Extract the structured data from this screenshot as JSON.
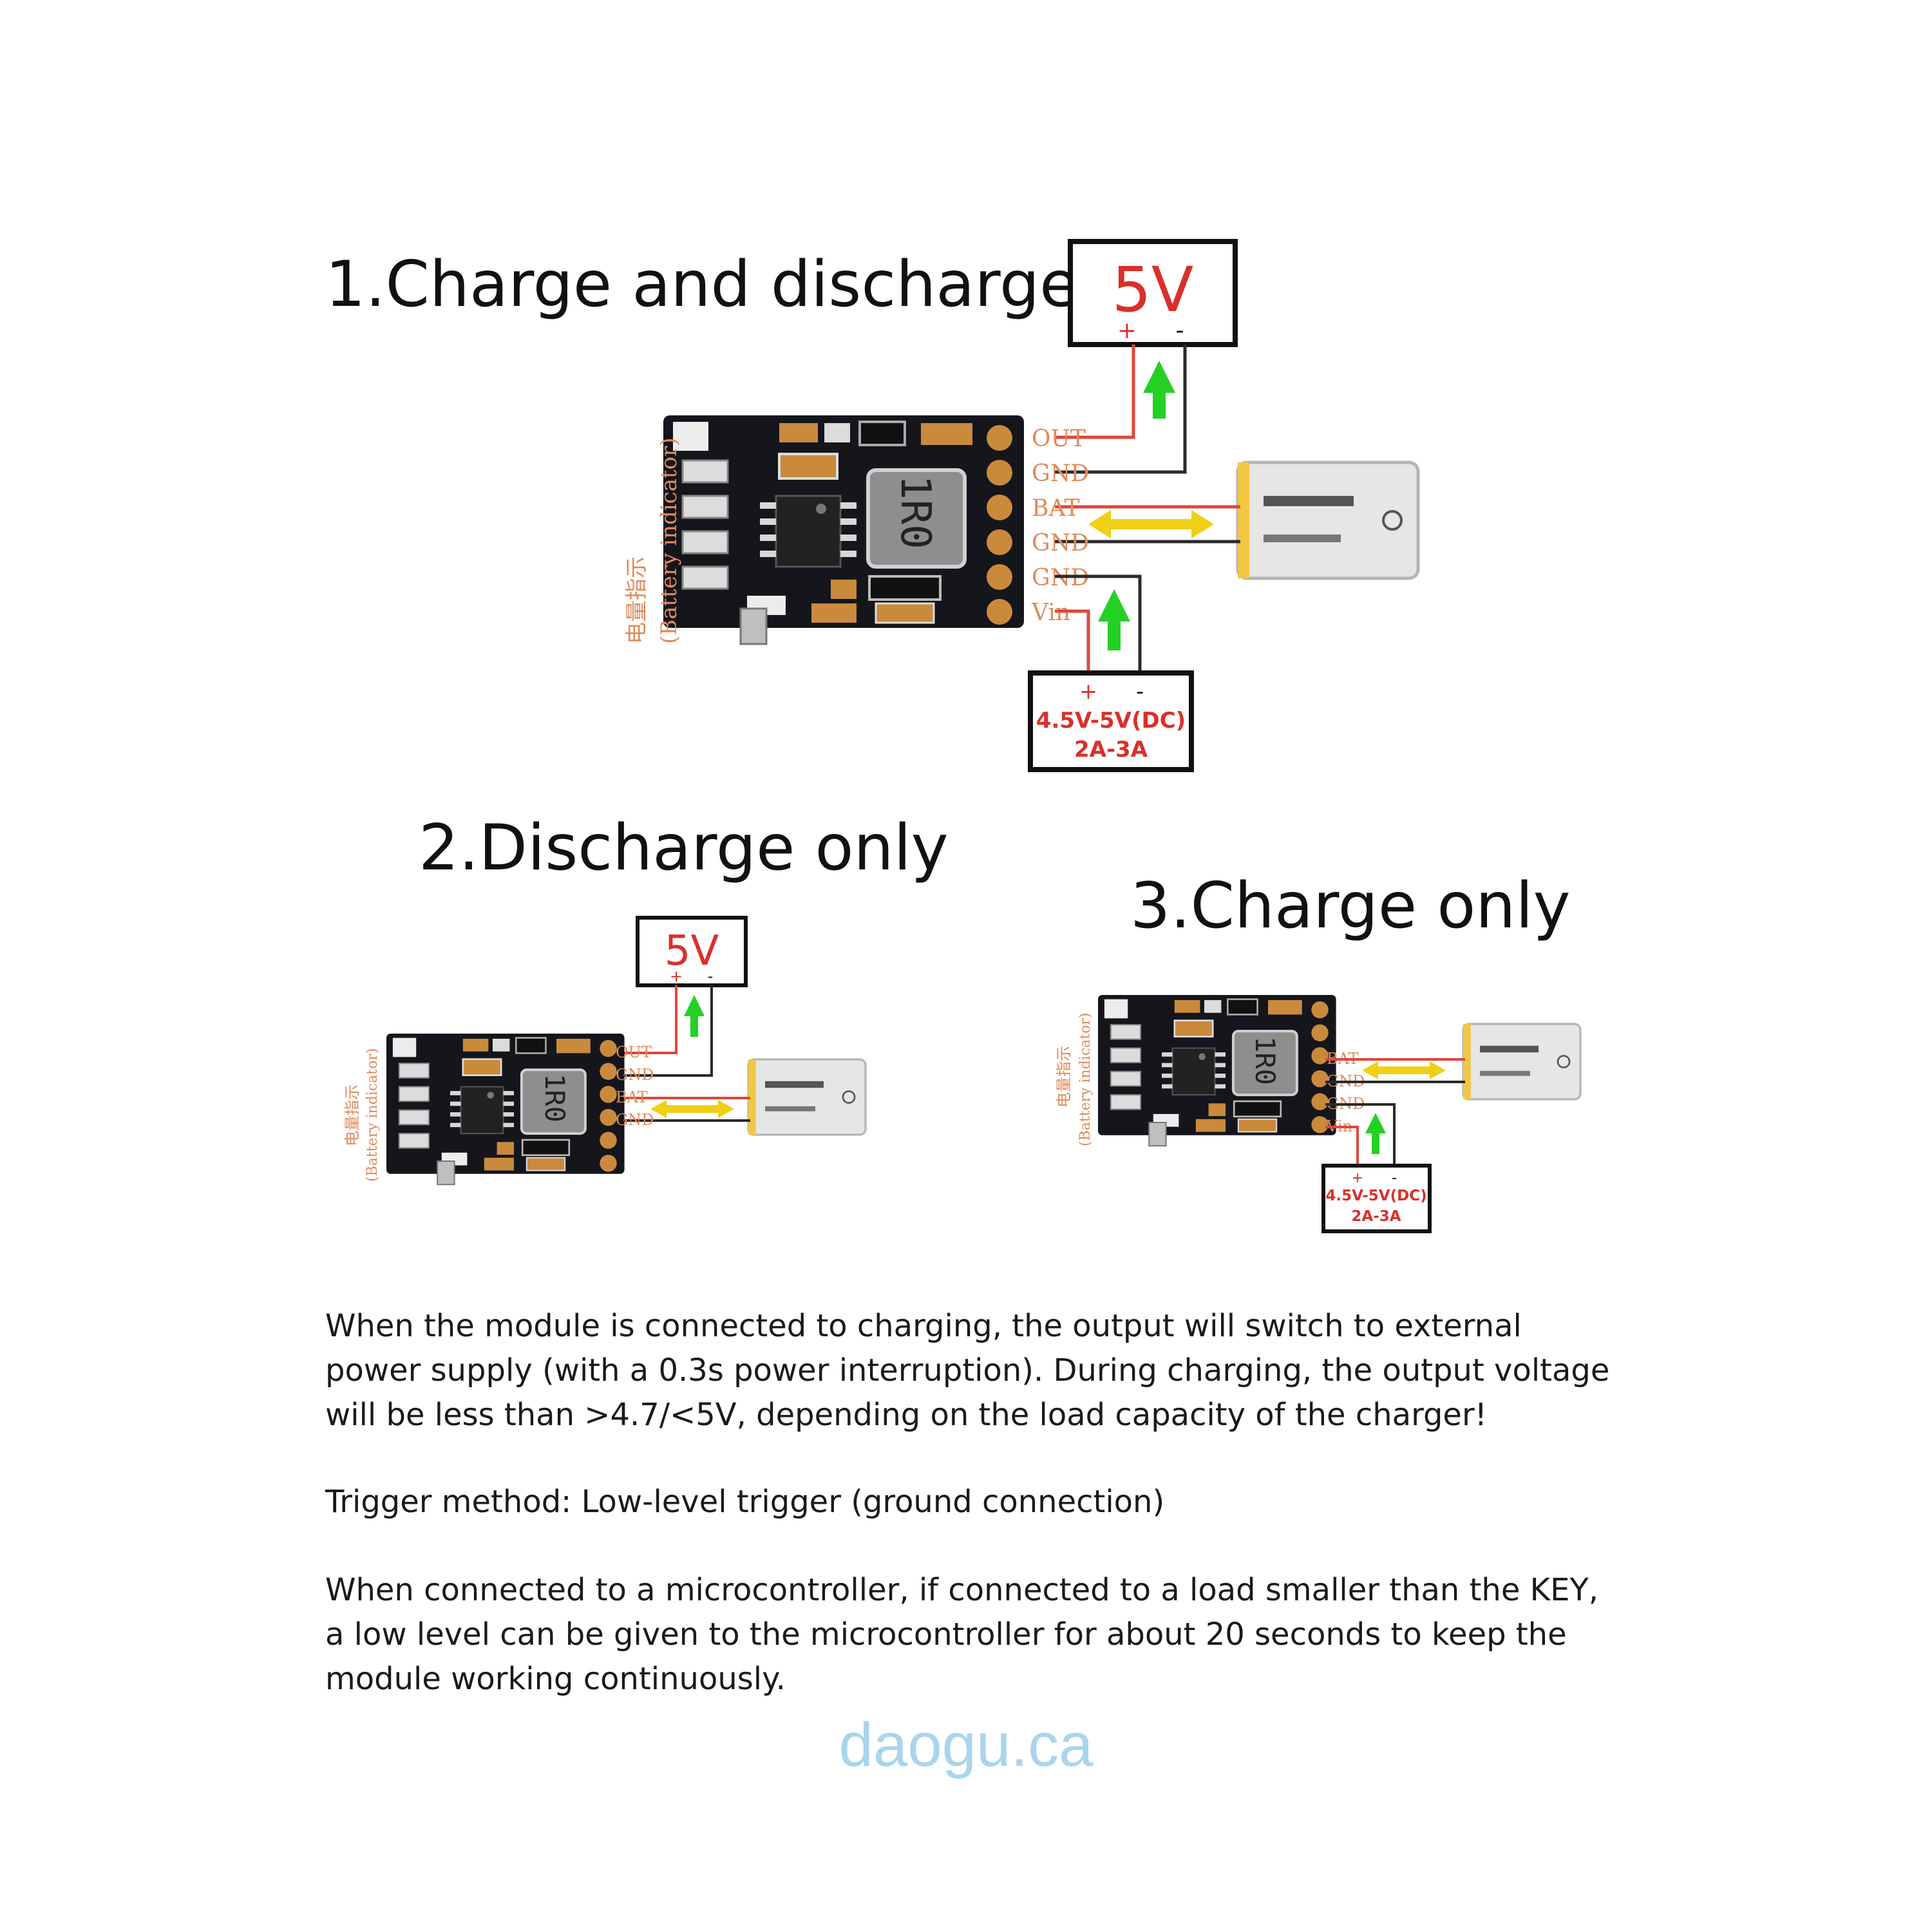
{
  "sections": {
    "full": {
      "title": "1.Charge and discharge",
      "load": "5V",
      "supply_line1": "4.5V-5V(DC)",
      "supply_line2": "2A-3A"
    },
    "discharge": {
      "title": "2.Discharge only",
      "load": "5V"
    },
    "charge": {
      "title": "3.Charge only",
      "supply_line1": "4.5V-5V(DC)",
      "supply_line2": "2A-3A"
    }
  },
  "module": {
    "inductor": "1R0",
    "pins": [
      "OUT",
      "GND",
      "BAT",
      "GND",
      "GND",
      "Vin"
    ],
    "side_label_cn": "电量指示",
    "side_label_en": "(Battery indicator)"
  },
  "terminals": {
    "plus": "+",
    "minus": "-"
  },
  "notes": {
    "p1": "When the module is connected to charging, the output will switch to external power supply (with a 0.3s power interruption). During charging, the output voltage will be less than >4.7/<5V, depending on the load capacity of the charger!",
    "p2": "Trigger method: Low-level trigger (ground connection)",
    "p3": "When connected to a microcontroller, if connected to a load smaller than the KEY, a low level can be given to the microcontroller for about 20 seconds to keep the module working continuously."
  },
  "watermark": "daogu.ca",
  "colors": {
    "board": "#15151c",
    "pad": "#c98a3c",
    "red_wire": "#e0463a",
    "black_wire": "#2a2a2a",
    "arrow_green": "#25d025",
    "arrow_yellow": "#f1cf14",
    "label_red": "#d9302a",
    "watermark": "#a9d5ec"
  }
}
